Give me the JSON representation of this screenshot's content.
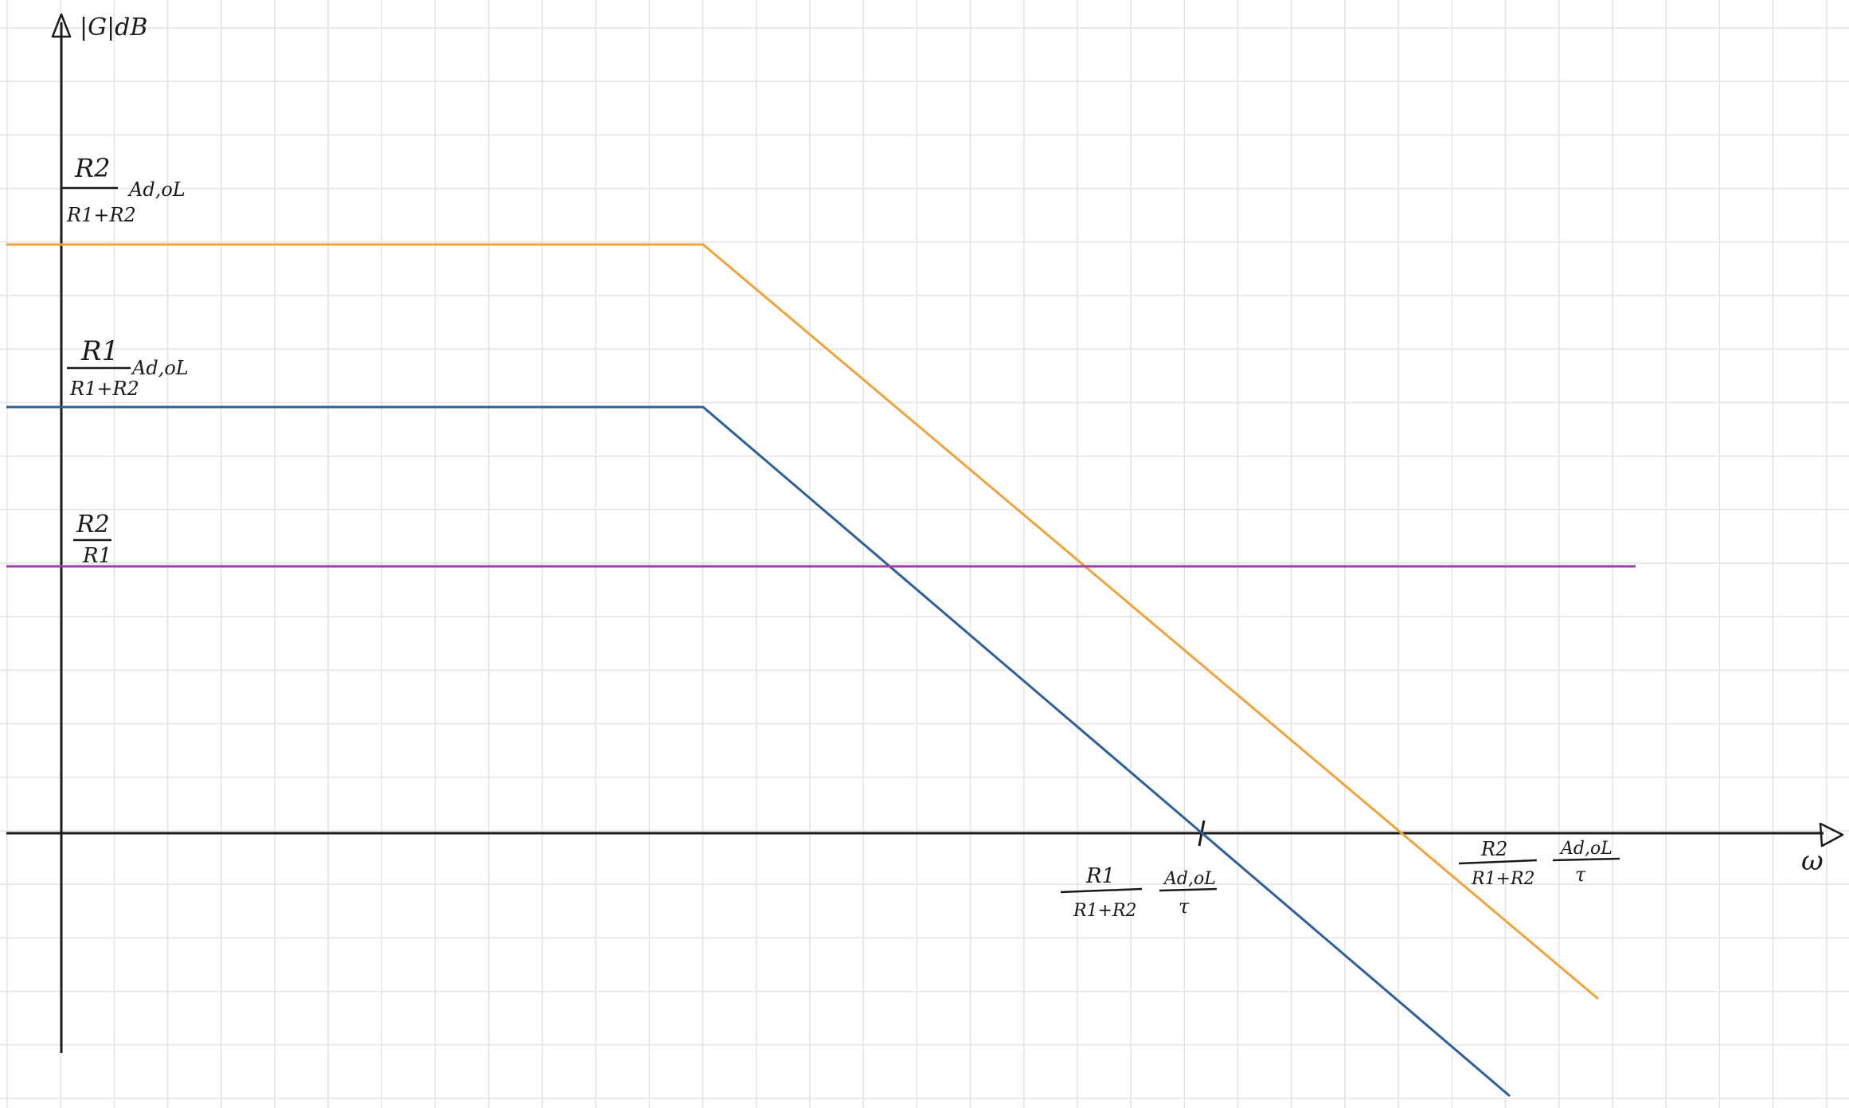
{
  "colors": {
    "background": "#ffffff",
    "grid": "#e4e4e4",
    "axis": "#1a1a1a",
    "orange": "#f2a23a",
    "blue": "#2e5f9a",
    "purple": "#9b3fa6"
  },
  "axes": {
    "y_label": "|G|dB",
    "x_label": "ω"
  },
  "labels": {
    "orange_level": {
      "numerator": "R2",
      "denominator": "R1+R2",
      "suffix": "Ad,oL"
    },
    "blue_level": {
      "numerator": "R1",
      "denominator": "R1+R2",
      "suffix": "Ad,oL"
    },
    "purple_level": {
      "numerator": "R2",
      "denominator": "R1"
    },
    "blue_crossing": {
      "f1_num": "R1",
      "f1_den": "R1+R2",
      "f2_num": "Ad,oL",
      "f2_den": "τ"
    },
    "orange_crossing": {
      "f1_num": "R2",
      "f1_den": "R1+R2",
      "f2_num": "Ad,oL",
      "f2_den": "τ"
    }
  },
  "icons": {
    "y_arrow": "triangle-up-arrowhead",
    "x_arrow": "triangle-right-arrowhead"
  }
}
